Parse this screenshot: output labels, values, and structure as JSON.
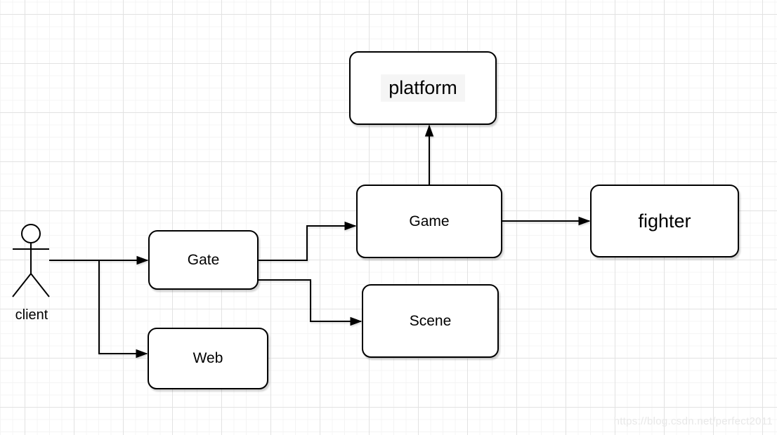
{
  "diagram": {
    "type": "flowchart",
    "nodes": {
      "platform": {
        "label": "platform"
      },
      "game": {
        "label": "Game"
      },
      "fighter": {
        "label": "fighter"
      },
      "gate": {
        "label": "Gate"
      },
      "scene": {
        "label": "Scene"
      },
      "web": {
        "label": "Web"
      },
      "client": {
        "label": "client",
        "shape": "actor-stick-figure"
      }
    },
    "edges": [
      {
        "from": "client",
        "to": "Gate"
      },
      {
        "from": "client",
        "to": "Web"
      },
      {
        "from": "Gate",
        "to": "Game"
      },
      {
        "from": "Gate",
        "to": "Scene"
      },
      {
        "from": "Game",
        "to": "platform"
      },
      {
        "from": "Game",
        "to": "fighter"
      }
    ]
  },
  "canvas": {
    "watermark": "https://blog.csdn.net/perfect2011"
  },
  "colors": {
    "node_border": "#000000",
    "node_fill": "#ffffff",
    "label_color": "#000000",
    "connector": "#000000",
    "grid_minor": "#f4f4f4",
    "grid_major": "#e2e2e2",
    "watermark_color": "#e8e8e8"
  }
}
